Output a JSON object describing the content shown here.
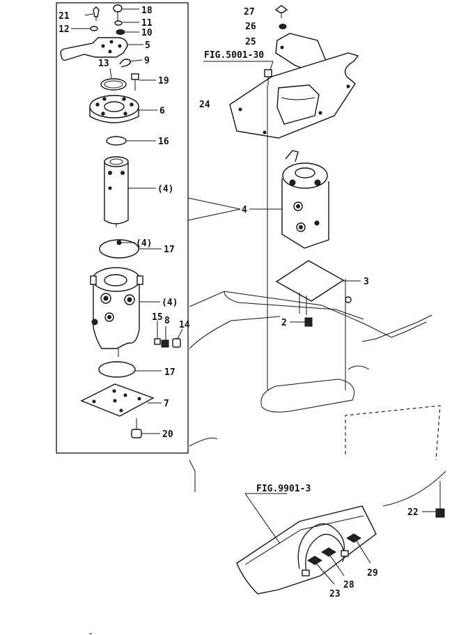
{
  "figure_refs": {
    "top": "FIG.5001-30",
    "bottom": "FIG.9901-3"
  },
  "callouts": [
    {
      "id": "c21",
      "text": "21"
    },
    {
      "id": "c18",
      "text": "18"
    },
    {
      "id": "c12",
      "text": "12"
    },
    {
      "id": "c11",
      "text": "11"
    },
    {
      "id": "c10",
      "text": "10"
    },
    {
      "id": "c5",
      "text": "5"
    },
    {
      "id": "c9",
      "text": "9"
    },
    {
      "id": "c13",
      "text": "13"
    },
    {
      "id": "c19",
      "text": "19"
    },
    {
      "id": "c6",
      "text": "6"
    },
    {
      "id": "c16",
      "text": "16"
    },
    {
      "id": "c4a",
      "text": "(4)"
    },
    {
      "id": "c4b",
      "text": "(4)"
    },
    {
      "id": "c17a",
      "text": "17"
    },
    {
      "id": "c4c",
      "text": "(4)"
    },
    {
      "id": "c15",
      "text": "15"
    },
    {
      "id": "c8",
      "text": "8"
    },
    {
      "id": "c14",
      "text": "14"
    },
    {
      "id": "c17b",
      "text": "17"
    },
    {
      "id": "c7",
      "text": "7"
    },
    {
      "id": "c20",
      "text": "20"
    },
    {
      "id": "c27",
      "text": "27"
    },
    {
      "id": "c26",
      "text": "26"
    },
    {
      "id": "c25",
      "text": "25"
    },
    {
      "id": "c24",
      "text": "24"
    },
    {
      "id": "c4",
      "text": "4"
    },
    {
      "id": "c3",
      "text": "3"
    },
    {
      "id": "c2",
      "text": "2"
    },
    {
      "id": "c22",
      "text": "22"
    },
    {
      "id": "c29",
      "text": "29"
    },
    {
      "id": "c28",
      "text": "28"
    },
    {
      "id": "c23",
      "text": "23"
    }
  ]
}
